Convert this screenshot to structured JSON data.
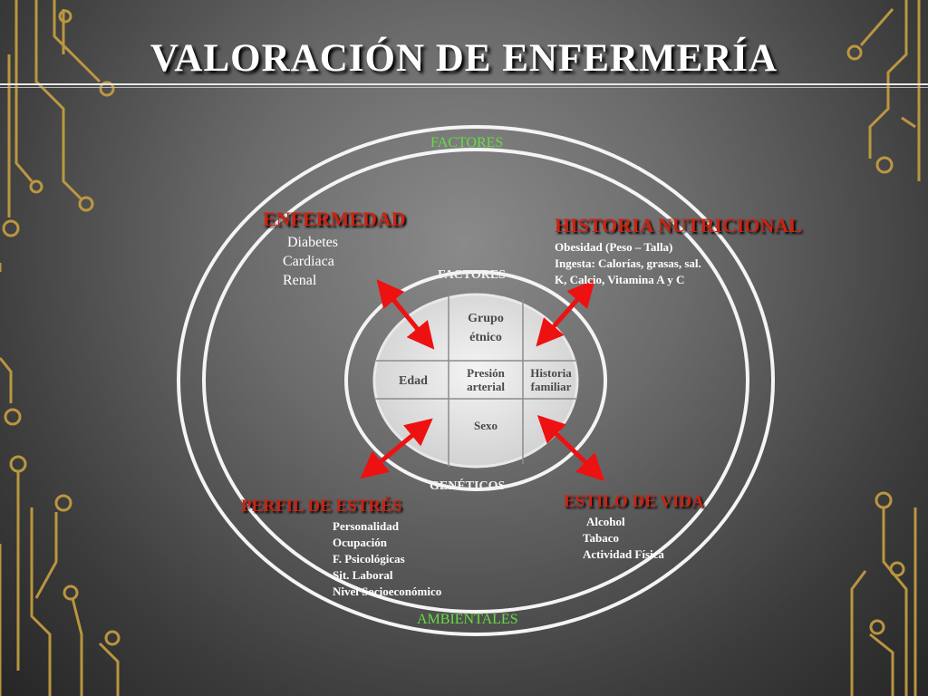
{
  "title": "VALORACIÓN DE ENFERMERÍA",
  "outer_labels": {
    "top": "FACTORES",
    "bottom": "AMBIENTALES"
  },
  "inner_labels": {
    "top": "FACTORES",
    "bottom": "GENÉTICOS"
  },
  "core": {
    "grupo_etnico": "Grupo étnico",
    "edad": "Edad",
    "presion_arterial": "Presión arterial",
    "historia_familiar": "Historia familiar",
    "sexo": "Sexo"
  },
  "enfermedad": {
    "heading": "ENFERMEDAD",
    "items": [
      "Diabetes",
      "Cardiaca",
      "Renal"
    ]
  },
  "historia_nutricional": {
    "heading": "HISTORIA NUTRICIONAL",
    "items": [
      "Obesidad (Peso – Talla)",
      "Ingesta: Calorías, grasas, sal.",
      "K, Calcio, Vitamina A y C"
    ]
  },
  "perfil_estres": {
    "heading": "PERFIL DE ESTRÉS",
    "items": [
      "Personalidad",
      "Ocupación",
      "F. Psicológicas",
      "Sit. Laboral",
      "Nivel Socioeconómico"
    ]
  },
  "estilo_vida": {
    "heading": "ESTILO DE VIDA",
    "items": [
      "Alcohol",
      "Tabaco",
      "Actividad Física"
    ]
  },
  "colors": {
    "heading": "#cc2211",
    "label_green": "#66dd44",
    "arrow": "#ee1111",
    "decor": "#c8a040"
  }
}
